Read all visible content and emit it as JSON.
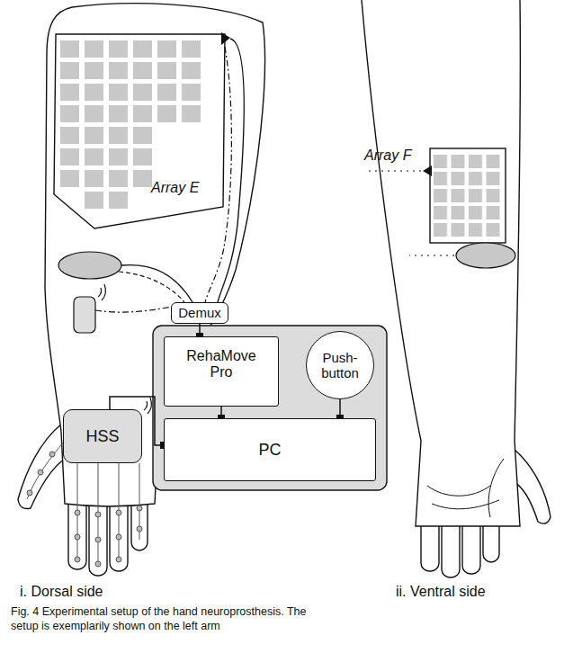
{
  "diagram": {
    "caption": "Fig. 4 Experimental setup of the hand neuroprosthesis. The setup is exemplarily shown on the left arm",
    "nodes": [
      {
        "text": [
          "Demux"
        ]
      },
      {
        "text": [
          "RehaMove Pro"
        ]
      },
      {
        "text": [
          "Push-button"
        ]
      },
      {
        "text": [
          "HSS"
        ]
      },
      {
        "text": [
          "PC"
        ]
      }
    ],
    "edges": [
      {
        "from": 0,
        "to": 1,
        "arrow": "none"
      },
      {
        "from": 1,
        "to": 4,
        "arrow": "none"
      },
      {
        "from": 2,
        "to": 4,
        "arrow": "none"
      },
      {
        "from": 3,
        "to": 4,
        "arrow": "none"
      }
    ],
    "labels": [
      "Array E",
      "Array F",
      "i. Dorsal side",
      "ii. Ventral side"
    ]
  }
}
